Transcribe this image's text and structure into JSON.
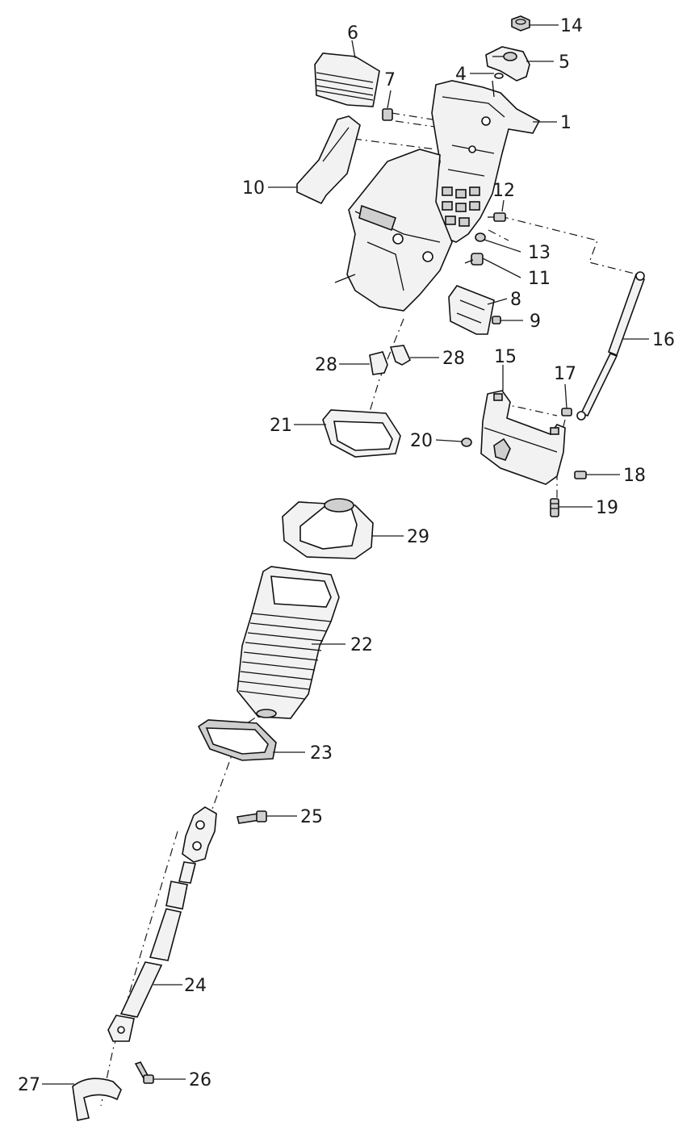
{
  "callouts": [
    {
      "id": "1",
      "label": "1"
    },
    {
      "id": "4",
      "label": "4"
    },
    {
      "id": "5",
      "label": "5"
    },
    {
      "id": "6",
      "label": "6"
    },
    {
      "id": "7",
      "label": "7"
    },
    {
      "id": "8",
      "label": "8"
    },
    {
      "id": "9",
      "label": "9"
    },
    {
      "id": "10",
      "label": "10"
    },
    {
      "id": "11",
      "label": "11"
    },
    {
      "id": "12",
      "label": "12"
    },
    {
      "id": "13",
      "label": "13"
    },
    {
      "id": "14",
      "label": "14"
    },
    {
      "id": "15",
      "label": "15"
    },
    {
      "id": "16",
      "label": "16"
    },
    {
      "id": "17",
      "label": "17"
    },
    {
      "id": "18",
      "label": "18"
    },
    {
      "id": "19",
      "label": "19"
    },
    {
      "id": "20",
      "label": "20"
    },
    {
      "id": "21",
      "label": "21"
    },
    {
      "id": "22",
      "label": "22"
    },
    {
      "id": "23",
      "label": "23"
    },
    {
      "id": "24",
      "label": "24"
    },
    {
      "id": "25",
      "label": "25"
    },
    {
      "id": "26",
      "label": "26"
    },
    {
      "id": "27",
      "label": "27"
    },
    {
      "id": "28a",
      "label": "28"
    },
    {
      "id": "28b",
      "label": "28"
    },
    {
      "id": "29",
      "label": "29"
    }
  ]
}
